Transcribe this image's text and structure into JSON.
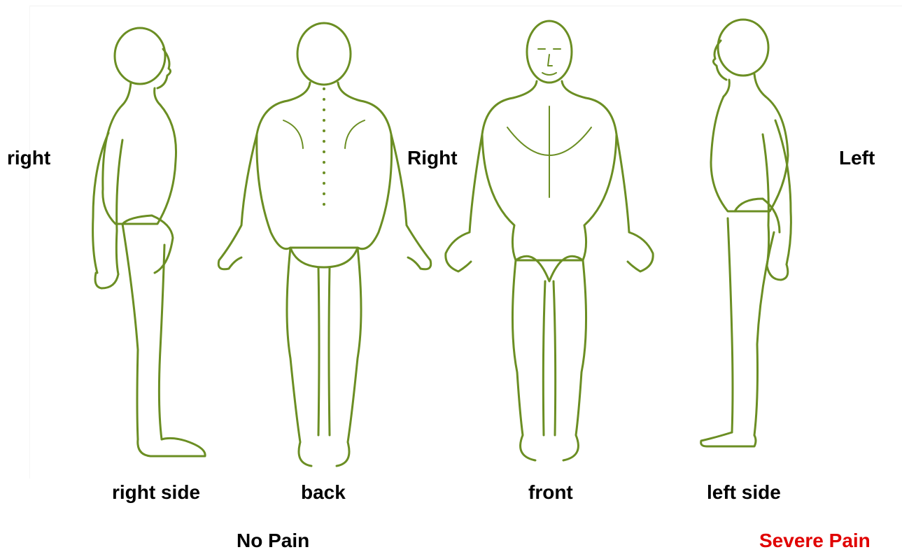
{
  "orientation": {
    "right_left_of_side": "right",
    "right_between": "Right",
    "left_far": "Left"
  },
  "views": {
    "right_side": "right side",
    "back": "back",
    "front": "front",
    "left_side": "left side"
  },
  "scale": {
    "min_label": "No Pain",
    "max_label": "Severe Pain",
    "max_color": "#e00000"
  },
  "colors": {
    "outline": "#6b8e23"
  }
}
